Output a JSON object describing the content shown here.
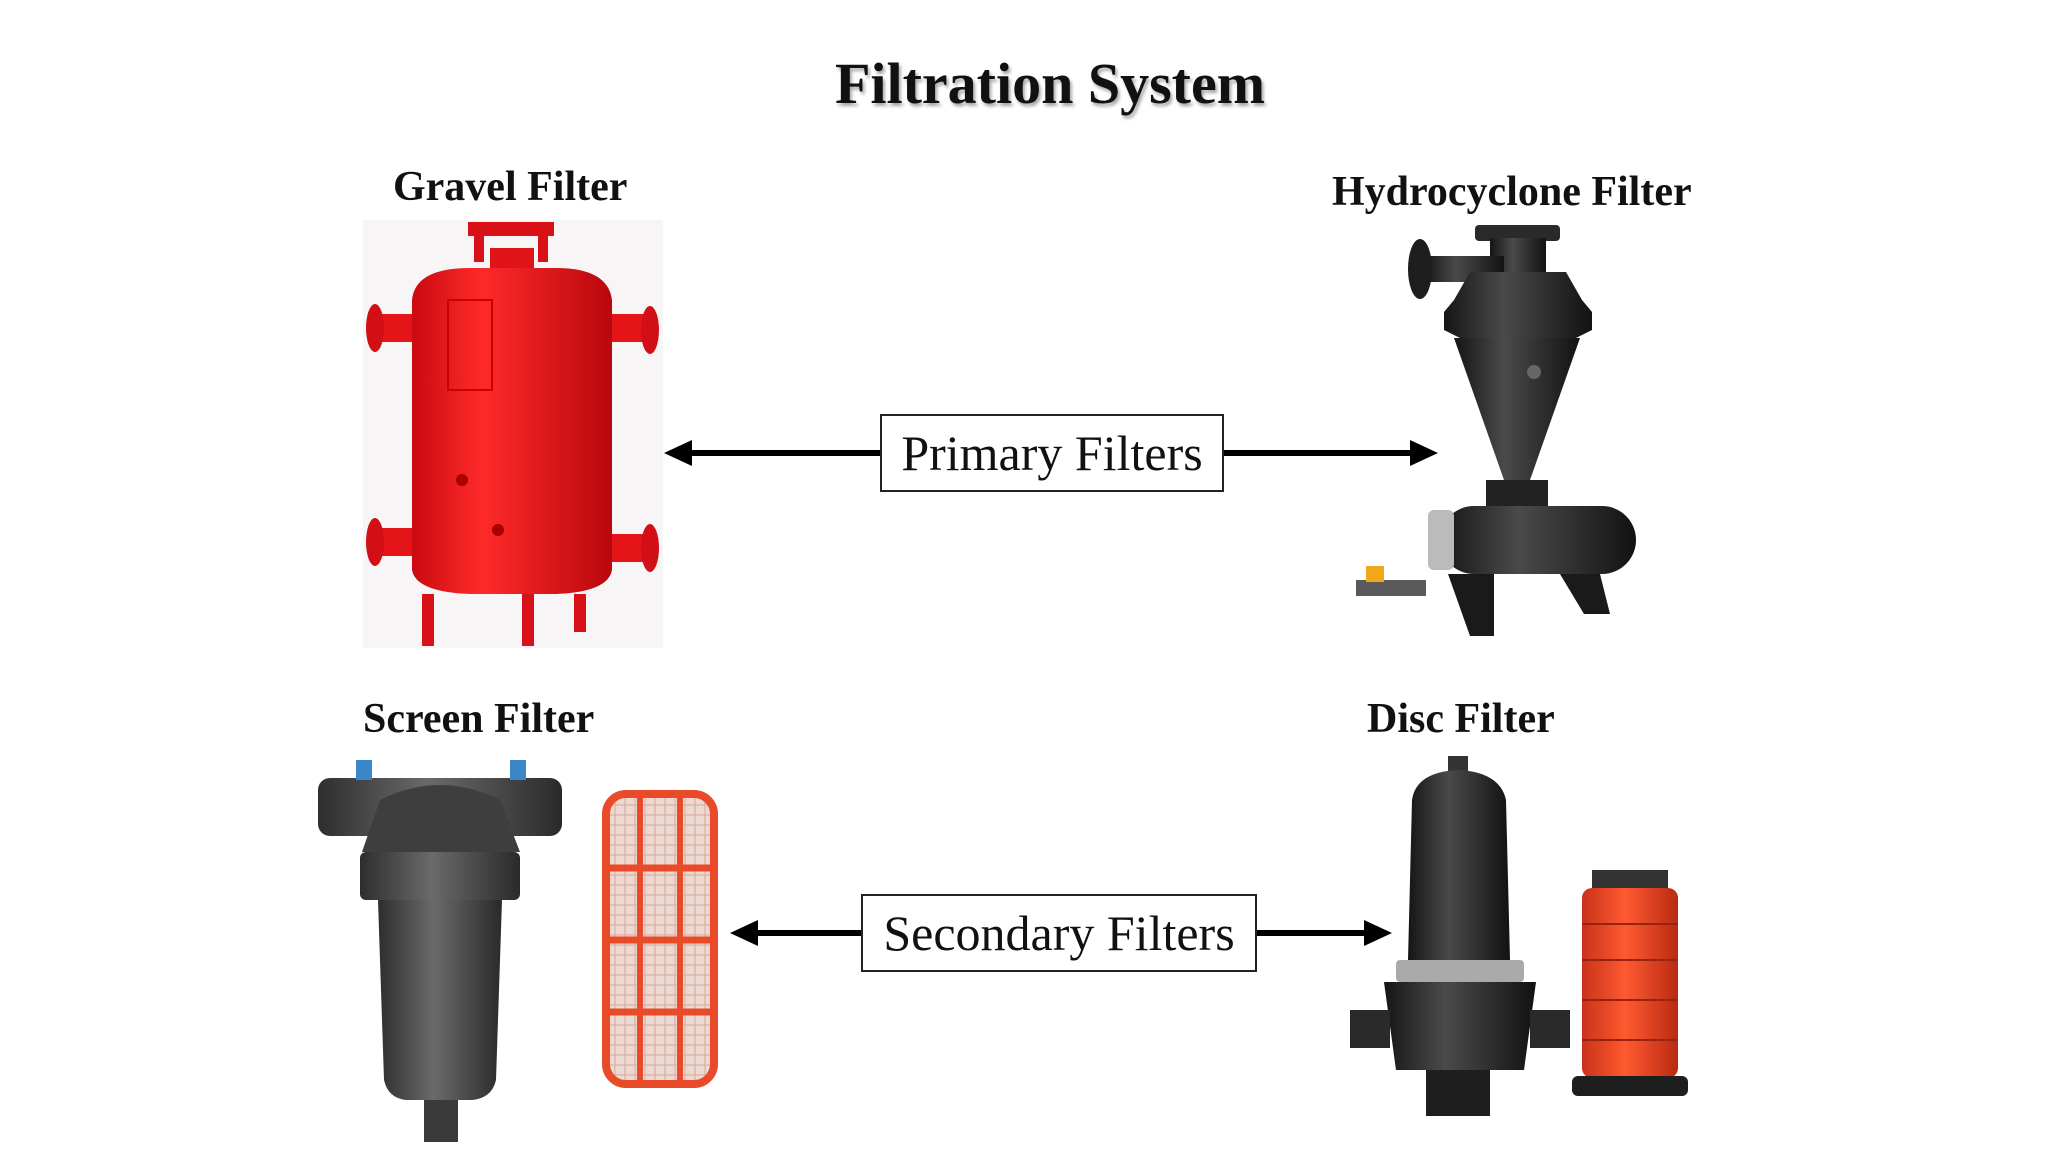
{
  "title": "Filtration System",
  "filters": {
    "gravel": "Gravel Filter",
    "hydrocyclone": "Hydrocyclone Filter",
    "screen": "Screen Filter",
    "disc": "Disc Filter"
  },
  "groups": {
    "primary": "Primary Filters",
    "secondary": "Secondary Filters"
  },
  "colors": {
    "gravel_body": "#e8131a",
    "plastic_dark": "#2a2a2a",
    "screen_mesh": "#e84a2a",
    "disc_cartridge": "#e8451e"
  }
}
